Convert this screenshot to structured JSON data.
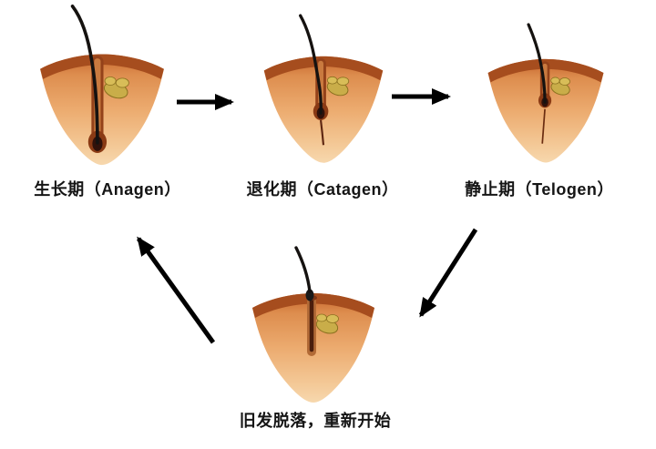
{
  "diagram": {
    "stages": [
      {
        "id": "anagen",
        "label": "生长期（Anagen）"
      },
      {
        "id": "catagen",
        "label": "退化期（Catagen）"
      },
      {
        "id": "telogen",
        "label": "静止期（Telogen）"
      },
      {
        "id": "shedding",
        "label": "旧发脱落，重新开始"
      }
    ],
    "arrows": [
      {
        "from": "anagen",
        "to": "catagen"
      },
      {
        "from": "catagen",
        "to": "telogen"
      },
      {
        "from": "telogen",
        "to": "shedding"
      },
      {
        "from": "shedding",
        "to": "anagen"
      }
    ],
    "colors": {
      "background": "#ffffff",
      "arrow": "#000000",
      "text": "#151515",
      "epidermis": "#a64d1e",
      "dermis": "#ecab6f",
      "sebaceous_gland": "#c9ad49",
      "hair": "#151210"
    }
  }
}
